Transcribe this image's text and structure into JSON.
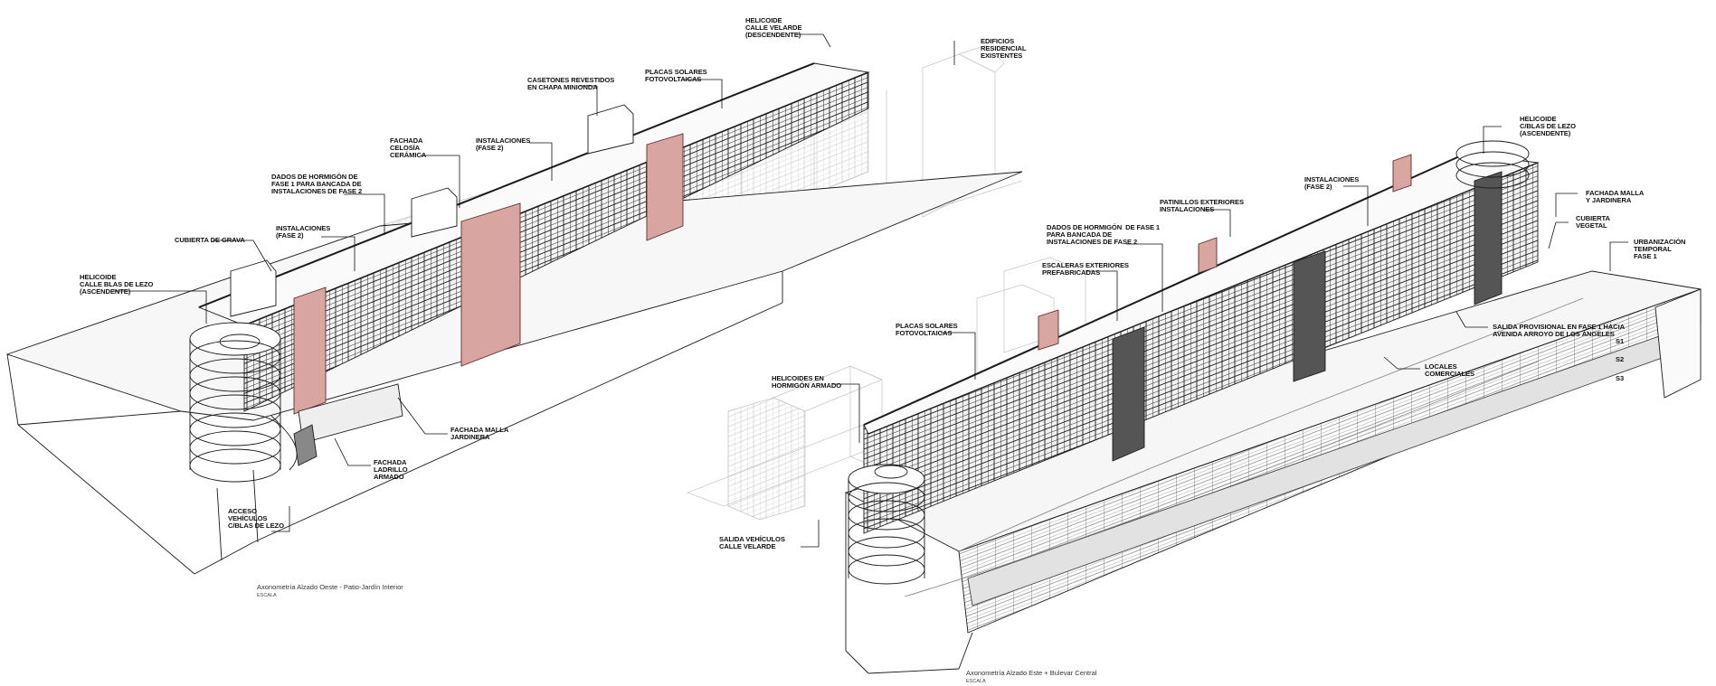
{
  "drawing_west": {
    "caption": "Axonometría Alzado Oeste - Patio-Jardín Interior",
    "scale": "ESCALA",
    "labels": {
      "helicoide_velarde": "HELICOIDE\nCALLE VELARDE\n(DESCENDENTE)",
      "edificios": "EDIFICIOS\nRESIDENCIAL\nEXISTENTES",
      "casetones": "CASETONES REVESTIDOS\nEN CHAPA MINIONDA",
      "placas_solares": "PLACAS SOLARES\nFOTOVOLTAICAS",
      "fachada_celosia": "FACHADA\nCELOSÍA\nCERÁMICA",
      "instalaciones_fase2_a": "INSTALACIONES\n(FASE 2)",
      "dados_hormigon": "DADOS DE HORMIGÓN DE\nFASE 1 PARA BANCADA DE\nINSTALACIONES DE FASE 2",
      "instalaciones_fase2_b": "INSTALACIONES\n(FASE 2)",
      "cubierta_grava": "CUBIERTA DE GRAVA",
      "helicoide_blas": "HELICOIDE\nCALLE BLAS DE LEZO\n(ASCENDENTE)",
      "fachada_malla": "FACHADA MALLA\nJARDINERA",
      "fachada_ladrillo": "FACHADA\nLADRILLO\nARMADO",
      "acceso_vehiculos": "ACCESO\nVEHÍCULOS\nC/BLAS DE LEZO"
    }
  },
  "drawing_east": {
    "caption": "Axonometría Alzado Este + Bulevar Central",
    "scale": "ESCALA",
    "labels": {
      "helicoide_blas": "HELICOIDE\nC/BLAS DE LEZO\n(ASCENDENTE)",
      "instalaciones_fase2": "INSTALACIONES\n(FASE 2)",
      "fachada_malla": "FACHADA MALLA\nY JARDINERA",
      "patinillos": "PATINILLOS EXTERIORES\nINSTALACIONES",
      "cubierta_vegetal": "CUBIERTA\nVEGETAL",
      "urbanizacion": "URBANIZACIÓN\nTEMPORAL\nFASE 1",
      "dados_hormigon": "DADOS DE HORMIGÓN  DE FASE 1\nPARA BANCADA DE\nINSTALACIONES DE FASE 2",
      "escaleras": "ESCALERAS EXTERIORES\nPREFABRICADAS",
      "placas_solares": "PLACAS SOLARES\nFOTOVOLTAICAS",
      "salida_provisional": "SALIDA PROVISIONAL EN FASE 1 HACIA\nAVENIDA ARROYO DE LOS ÁNGELES",
      "locales": "LOCALES\nCOMERCIALES",
      "helicoides_hormigon": "HELICOIDES EN\nHORMIGÓN ARMADO",
      "salida_vehiculos": "SALIDA VEHÍCULOS\nCALLE VELARDE",
      "level_s1": "S1",
      "level_s2": "S2",
      "level_s3": "S3"
    }
  },
  "colors": {
    "line": "#1a1a1a",
    "ghost": "#c4c4c4",
    "brick": "#d9a5a1",
    "brick_edge": "#5a2e2c",
    "ground": "#e6e6e6"
  }
}
